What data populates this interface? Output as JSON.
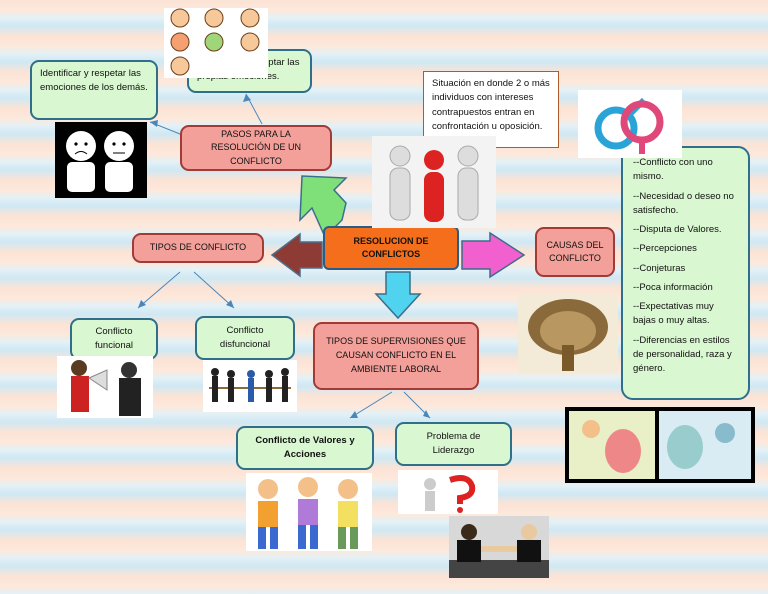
{
  "central": {
    "title": "RESOLUCION DE CONFLICTOS"
  },
  "definition": {
    "text": "Situación en donde 2 o más individuos con intereses contrapuestos entran en confrontación u oposición."
  },
  "steps": {
    "title": "PASOS PARA LA RESOLUCIÓN DE UN CONFLICTO",
    "item_emotions": "Reconocer y aceptar las propias emociones.",
    "item_others": "Identificar y respetar las emociones de los demás."
  },
  "types": {
    "title": "TIPOS DE CONFLICTO",
    "functional": "Conflicto funcional",
    "dysfunctional": "Conflicto disfuncional"
  },
  "supervision": {
    "title": "TIPOS DE SUPERVISIONES QUE CAUSAN CONFLICTO EN EL AMBIENTE LABORAL",
    "values": "Conflicto de Valores y Acciones",
    "leadership": "Problema de Liderazgo"
  },
  "causes": {
    "title": "CAUSAS DEL CONFLICTO",
    "items": [
      "--Conflicto con uno mismo.",
      "--Necesidad o deseo no satisfecho.",
      "--Disputa de Valores.",
      "--Percepciones",
      "--Conjeturas",
      "--Poca información",
      "--Expectativas muy bajas o muy altas.",
      "--Diferencias en estilos de personalidad, raza y género."
    ]
  },
  "colors": {
    "arrow_green": "#7fe07a",
    "arrow_red": "#8e3b36",
    "arrow_pink": "#f25fcf",
    "arrow_cyan": "#4fd3ee",
    "central_fill": "#f46e1c",
    "node_fill": "#f4a09a",
    "leaf_fill": "#d9f7d0"
  }
}
